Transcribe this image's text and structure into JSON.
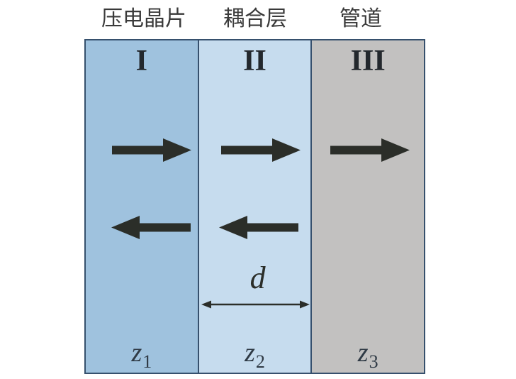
{
  "figure": {
    "top_labels": [
      {
        "text": "压电晶片"
      },
      {
        "text": "耦合层"
      },
      {
        "text": "管道"
      }
    ],
    "layers": [
      {
        "numeral": "I",
        "impedance": {
          "symbol": "z",
          "subscript": "1"
        },
        "fill": "#9fc2de",
        "waves": [
          "forward",
          "backward"
        ]
      },
      {
        "numeral": "II",
        "impedance": {
          "symbol": "z",
          "subscript": "2"
        },
        "fill": "#c6dcee",
        "waves": [
          "forward",
          "backward"
        ]
      },
      {
        "numeral": "III",
        "impedance": {
          "symbol": "z",
          "subscript": "3"
        },
        "fill": "#c2c1c0",
        "waves": [
          "forward"
        ]
      }
    ],
    "thickness_dimension": {
      "label": "d"
    },
    "colors": {
      "panel_border": "#36506d",
      "arrow": "#2b2e29",
      "top_label_text": "#3a3a3a",
      "numeral_text": "#23282d",
      "impedance_text": "#2f3a45"
    }
  }
}
